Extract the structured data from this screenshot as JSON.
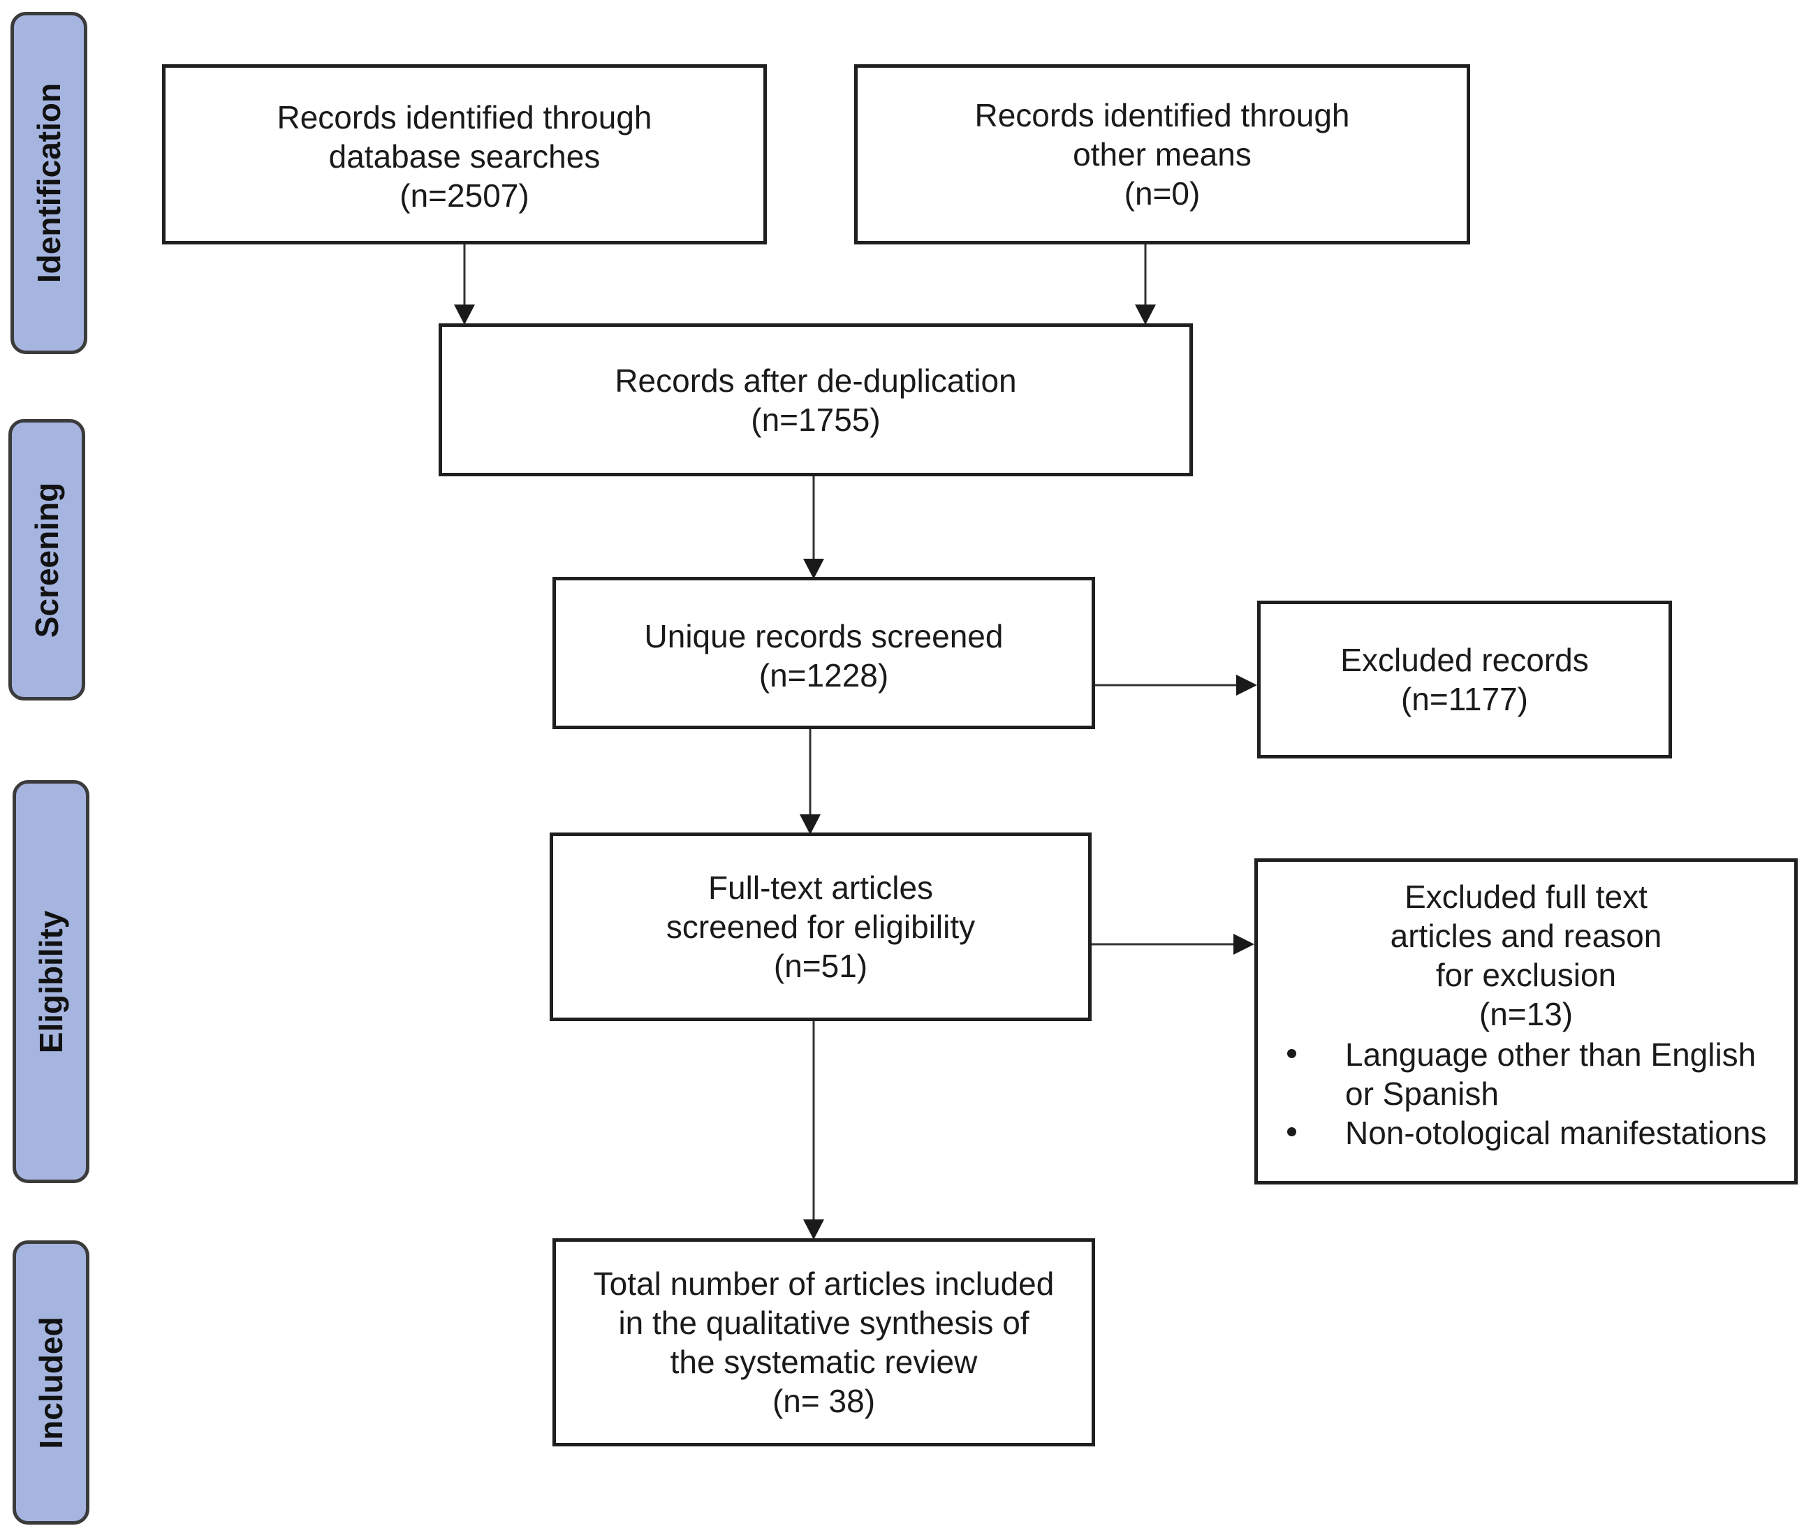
{
  "phases": {
    "identification": "Identification",
    "screening": "Screening",
    "eligibility": "Eligibility",
    "included": "Included"
  },
  "boxes": {
    "database_searches": {
      "lines": [
        "Records identified through",
        "database searches",
        "(n=2507)"
      ]
    },
    "other_means": {
      "lines": [
        "Records identified through",
        "other means",
        "(n=0)"
      ]
    },
    "deduplication": {
      "lines": [
        "Records after de-duplication",
        "(n=1755)"
      ]
    },
    "screened": {
      "lines": [
        "Unique records screened",
        "(n=1228)"
      ]
    },
    "excluded_records": {
      "lines": [
        "Excluded records",
        "(n=1177)"
      ]
    },
    "full_text": {
      "lines": [
        "Full-text articles",
        "screened for eligibility",
        "(n=51)"
      ]
    },
    "excluded_full_text": {
      "lines": [
        "Excluded full text",
        "articles and reason",
        "for exclusion",
        "(n=13)"
      ],
      "reasons": [
        "Language other than English",
        "or Spanish",
        "Non-otological manifestations"
      ]
    },
    "included": {
      "lines": [
        "Total number of articles included",
        "in the qualitative synthesis of",
        "the systematic review",
        "(n= 38)"
      ]
    }
  }
}
